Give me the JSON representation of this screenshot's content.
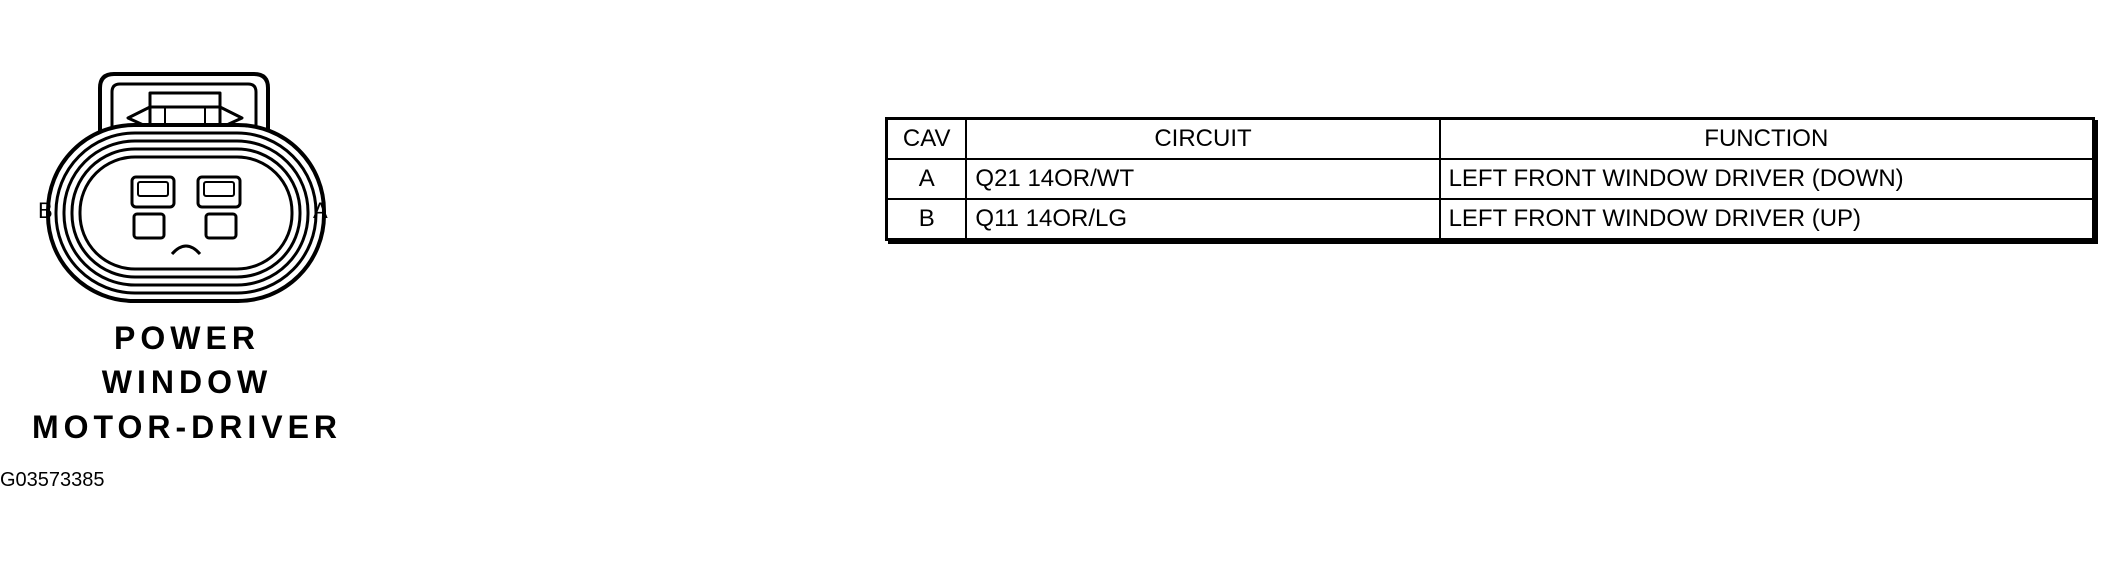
{
  "connector": {
    "pin_left_label": "B",
    "pin_right_label": "A",
    "title_lines": [
      "POWER",
      "WINDOW",
      "MOTOR-DRIVER"
    ],
    "figure_id": "G03573385"
  },
  "table": {
    "headers": [
      "CAV",
      "CIRCUIT",
      "FUNCTION"
    ],
    "rows": [
      {
        "cav": "A",
        "circuit": "Q21 14OR/WT",
        "function": "LEFT FRONT WINDOW DRIVER (DOWN)"
      },
      {
        "cav": "B",
        "circuit": "Q11 14OR/LG",
        "function": "LEFT FRONT WINDOW DRIVER (UP)"
      }
    ]
  }
}
